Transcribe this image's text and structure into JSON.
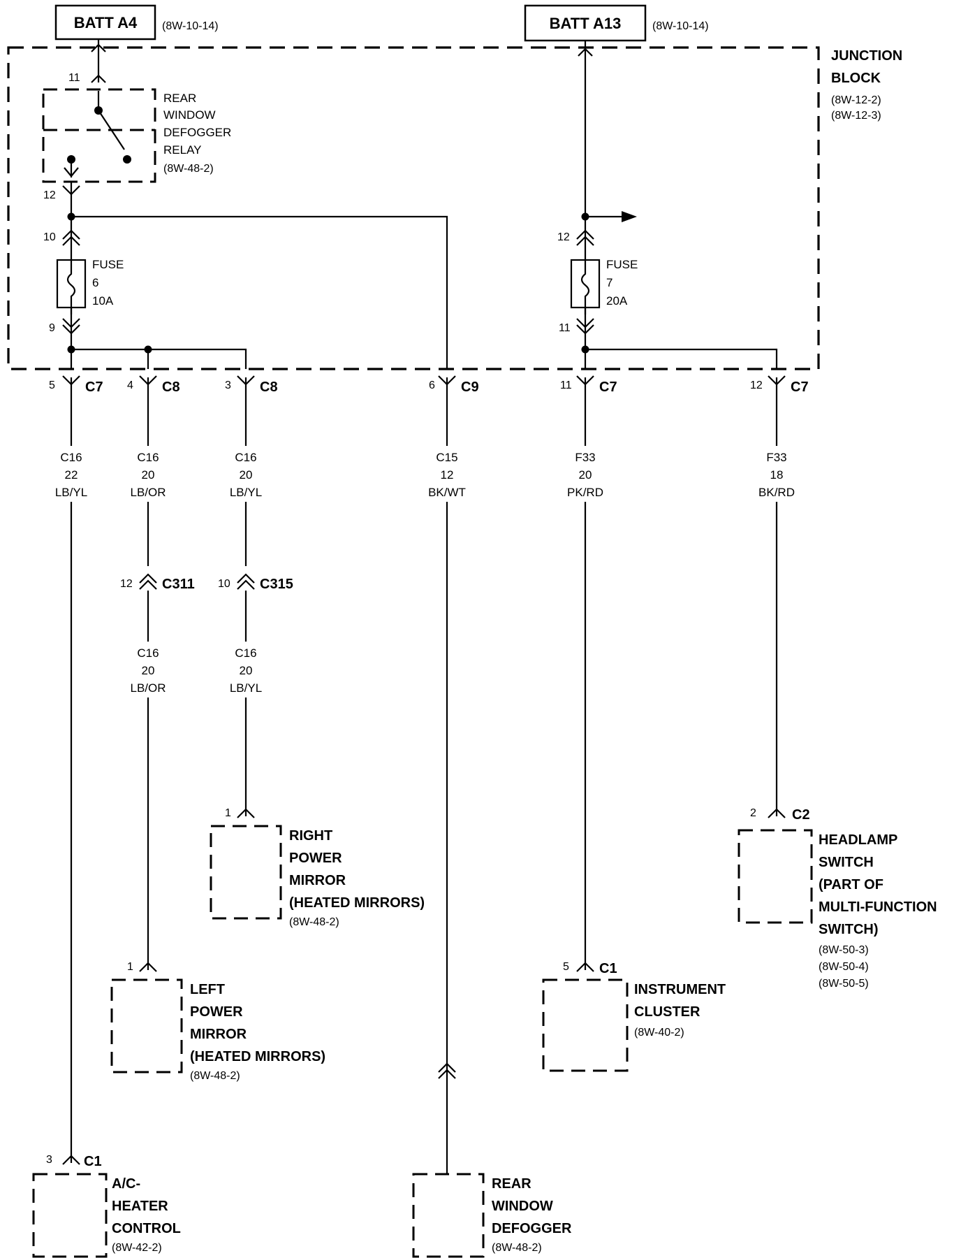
{
  "sources": [
    {
      "id": "batt_a4",
      "label": "BATT A4",
      "ref": "(8W-10-14)"
    },
    {
      "id": "batt_a13",
      "label": "BATT A13",
      "ref": "(8W-10-14)"
    }
  ],
  "junction_block": {
    "title_line1": "JUNCTION",
    "title_line2": "BLOCK",
    "refs": [
      "(8W-12-2)",
      "(8W-12-3)"
    ]
  },
  "relay": {
    "lines": [
      "REAR",
      "WINDOW",
      "DEFOGGER",
      "RELAY"
    ],
    "ref": "(8W-48-2)",
    "pin_top": "11",
    "pin_bottom": "12"
  },
  "fuse6": {
    "lines": [
      "FUSE",
      "6",
      "10A"
    ],
    "pin_in": "10",
    "pin_out": "9"
  },
  "fuse7": {
    "lines": [
      "FUSE",
      "7",
      "20A"
    ],
    "pin_in": "12",
    "pin_out": "11"
  },
  "connectors": [
    {
      "pin": "5",
      "name": "C7"
    },
    {
      "pin": "4",
      "name": "C8"
    },
    {
      "pin": "3",
      "name": "C8"
    },
    {
      "pin": "6",
      "name": "C9"
    },
    {
      "pin": "11",
      "name": "C7"
    },
    {
      "pin": "12",
      "name": "C7"
    }
  ],
  "wires": [
    {
      "circuit": "C16",
      "gauge": "22",
      "color": "LB/YL"
    },
    {
      "circuit": "C16",
      "gauge": "20",
      "color": "LB/OR"
    },
    {
      "circuit": "C16",
      "gauge": "20",
      "color": "LB/YL"
    },
    {
      "circuit": "C15",
      "gauge": "12",
      "color": "BK/WT"
    },
    {
      "circuit": "F33",
      "gauge": "20",
      "color": "PK/RD"
    },
    {
      "circuit": "F33",
      "gauge": "18",
      "color": "BK/RD"
    }
  ],
  "inline_connectors": [
    {
      "pin": "12",
      "name": "C311"
    },
    {
      "pin": "10",
      "name": "C315"
    }
  ],
  "wires_lower": [
    {
      "circuit": "C16",
      "gauge": "20",
      "color": "LB/OR"
    },
    {
      "circuit": "C16",
      "gauge": "20",
      "color": "LB/YL"
    }
  ],
  "components": {
    "right_mirror": {
      "pin": "1",
      "lines": [
        "RIGHT",
        "POWER",
        "MIRROR",
        "(HEATED MIRRORS)"
      ],
      "refs": [
        "(8W-48-2)"
      ]
    },
    "left_mirror": {
      "pin": "1",
      "lines": [
        "LEFT",
        "POWER",
        "MIRROR",
        "(HEATED MIRRORS)"
      ],
      "refs": [
        "(8W-48-2)"
      ]
    },
    "headlamp_switch": {
      "pin": "2",
      "conn": "C2",
      "lines": [
        "HEADLAMP",
        "SWITCH",
        "(PART OF",
        "MULTI-FUNCTION",
        "SWITCH)"
      ],
      "refs": [
        "(8W-50-3)",
        "(8W-50-4)",
        "(8W-50-5)"
      ]
    },
    "instrument_cluster": {
      "pin": "5",
      "conn": "C1",
      "lines": [
        "INSTRUMENT",
        "CLUSTER"
      ],
      "refs": [
        "(8W-40-2)"
      ]
    },
    "ac_heater": {
      "pin": "3",
      "conn": "C1",
      "lines": [
        "A/C-",
        "HEATER",
        "CONTROL"
      ],
      "refs": [
        "(8W-42-2)"
      ]
    },
    "rear_defogger": {
      "lines": [
        "REAR",
        "WINDOW",
        "DEFOGGER"
      ],
      "refs": [
        "(8W-48-2)"
      ]
    }
  }
}
